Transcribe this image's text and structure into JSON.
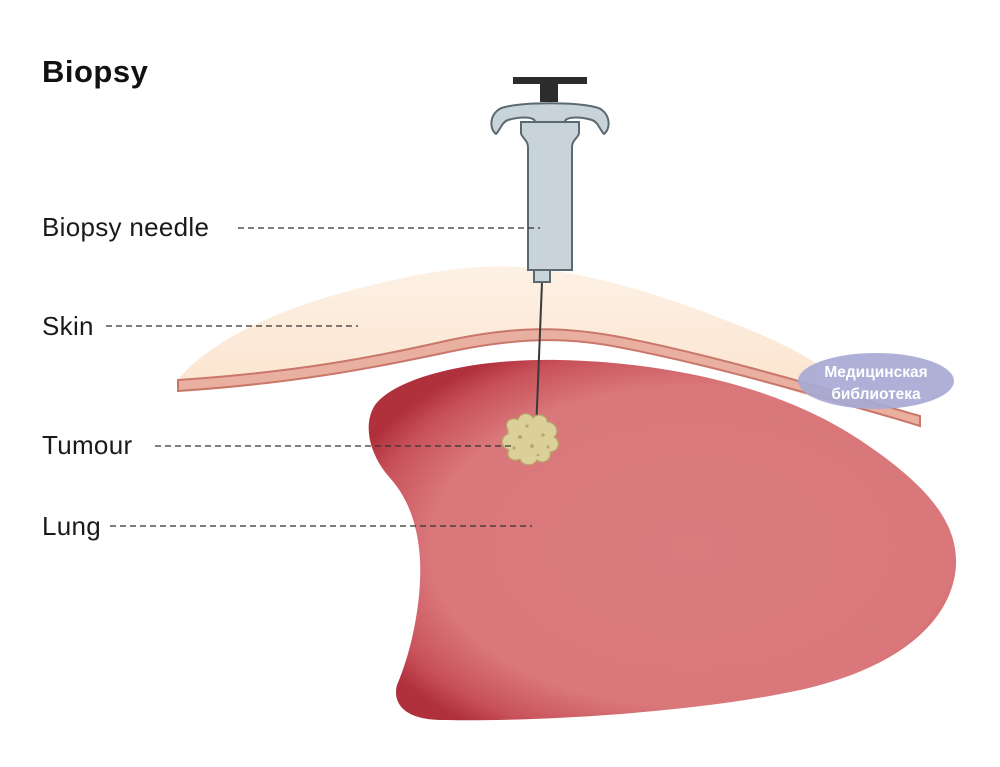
{
  "diagram": {
    "title": "Biopsy",
    "labels": {
      "needle": "Biopsy needle",
      "skin": "Skin",
      "tumour": "Tumour",
      "lung": "Lung"
    },
    "watermark": {
      "line1": "Медицинская",
      "line2": "библиотека"
    },
    "colors": {
      "skin": "#fbe7d3",
      "skin_edge": "#d4867a",
      "lung_fill": "#d9777a",
      "lung_edge": "#b0303c",
      "syringe": "#c9d6dd",
      "plunger": "#2c2c2c",
      "tumour": "#d9cc90",
      "watermark": "#a7a9d4"
    }
  }
}
